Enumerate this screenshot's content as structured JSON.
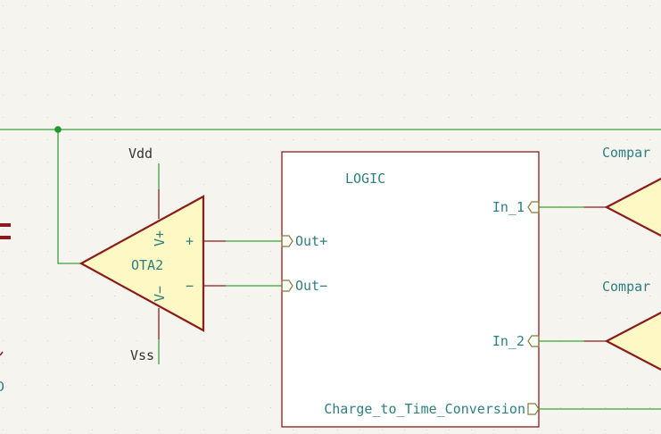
{
  "schematic": {
    "colors": {
      "wire": "#3aa23a",
      "body": "#8b1c1c",
      "fill": "#fdf8c4",
      "text": "#2f7f80",
      "background": "#f5f4ef"
    },
    "ota": {
      "ref": "OTA2",
      "vplus": "V+",
      "vminus": "V−",
      "plus": "+",
      "minus": "−",
      "vdd": "Vdd",
      "vss": "Vss"
    },
    "logic": {
      "title": "LOGIC",
      "pins": {
        "out_plus": "Out+",
        "out_minus": "Out−",
        "in1": "In_1",
        "in2": "In_2",
        "ctc": "Charge_to_Time_Conversion"
      }
    },
    "comparators": [
      "Compar",
      "Compar"
    ],
    "left_fragment": "D"
  }
}
